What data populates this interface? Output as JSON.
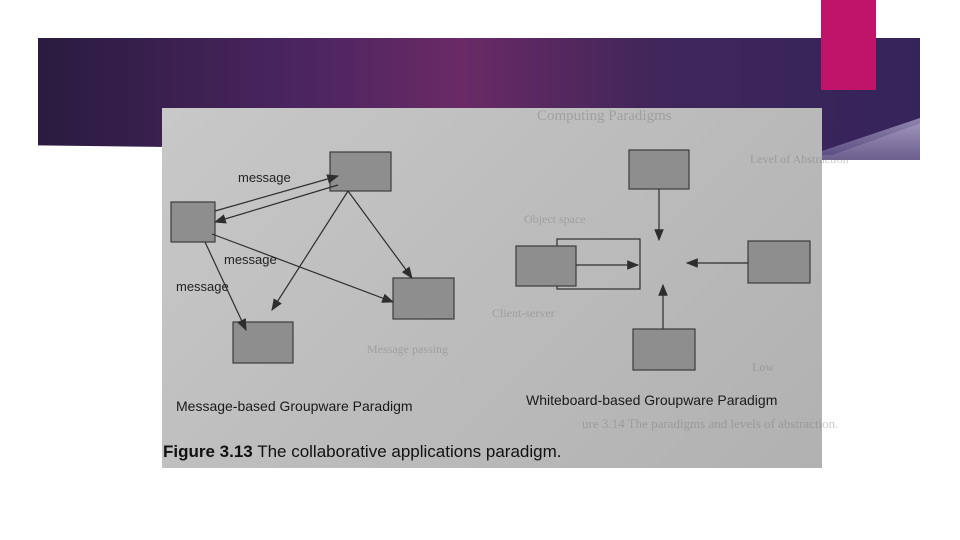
{
  "diagram": {
    "left_title": "Message-based Groupware Paradigm",
    "right_title": "Whiteboard-based Groupware Paradigm",
    "edge_labels": {
      "top": "message",
      "middle": "message",
      "left": "message"
    }
  },
  "figure": {
    "label": "Figure 3.13",
    "caption": "The collaborative applications paradigm."
  },
  "bleed_text": [
    "Computing Paradigms",
    "Level of Abstraction",
    "Object space",
    "Message passing",
    "Client-server",
    "Low",
    "ure 3.14 The paradigms and levels of abstraction."
  ],
  "colors": {
    "banner_start": "#2a1b3f",
    "banner_mid": "#6a2a66",
    "accent": "#c0136a",
    "photo_bg": "#c0c0c0",
    "node_fill": "#8e8e8e"
  }
}
